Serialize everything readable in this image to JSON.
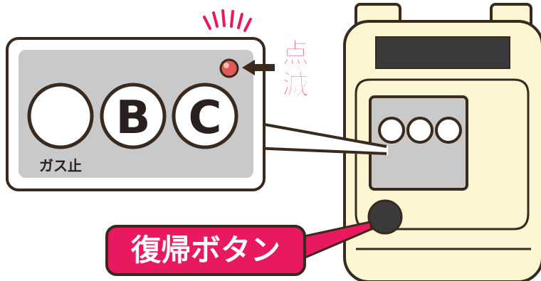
{
  "panel": {
    "circle_a_label": "",
    "circle_b_label": "B",
    "circle_c_label": "C",
    "gas_stop_label": "ガス止"
  },
  "callouts": {
    "blinking_line1": "点",
    "blinking_line2": "滅",
    "reset_button_label": "復帰ボタン"
  },
  "colors": {
    "accent_pink": "#e8195f",
    "meter_body": "#fdf6d2",
    "outline": "#3a2a1e",
    "panel_gray": "#c9c9c9",
    "lamp_red": "#e05a55"
  }
}
